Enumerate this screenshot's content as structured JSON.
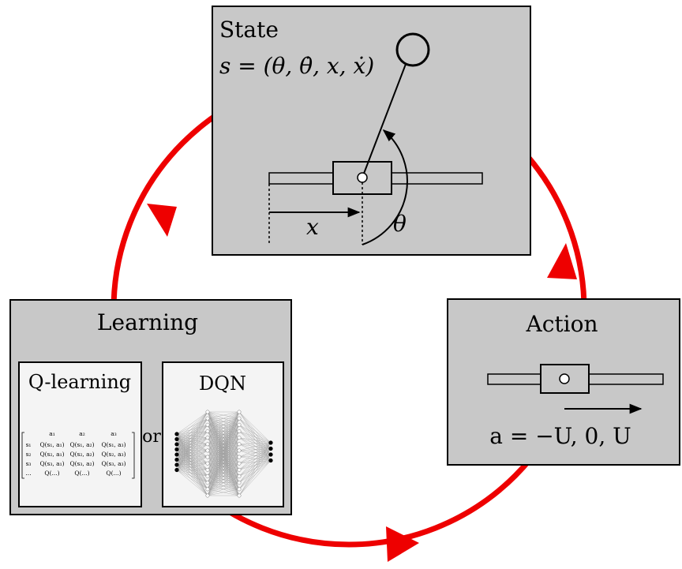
{
  "state": {
    "title": "State",
    "equation": "s = (θ, θ̇, x, ẋ)",
    "x_label": "x",
    "theta_label": "θ"
  },
  "learning": {
    "title": "Learning",
    "qlearning_title": "Q-learning",
    "or_text": "or",
    "dqn_title": "DQN",
    "q_table": {
      "columns": [
        "a₁",
        "a₂",
        "a₃"
      ],
      "rows": [
        {
          "label": "s₁",
          "cells": [
            "Q(s₁, a₁)",
            "Q(s₁, a₂)",
            "Q(s₁, a₃)"
          ]
        },
        {
          "label": "s₂",
          "cells": [
            "Q(s₂, a₁)",
            "Q(s₂, a₂)",
            "Q(s₂, a₃)"
          ]
        },
        {
          "label": "s₃",
          "cells": [
            "Q(s₃, a₁)",
            "Q(s₃, a₂)",
            "Q(s₃, a₃)"
          ]
        },
        {
          "label": "...",
          "cells": [
            "Q(...)",
            "Q(...)",
            "Q(...)"
          ]
        }
      ]
    }
  },
  "action": {
    "title": "Action",
    "equation": "a = −U, 0, U"
  },
  "colors": {
    "cycle": "#ee0000",
    "panel": "#c8c8c8",
    "inner_panel": "#f4f4f4",
    "stroke": "#000000"
  }
}
